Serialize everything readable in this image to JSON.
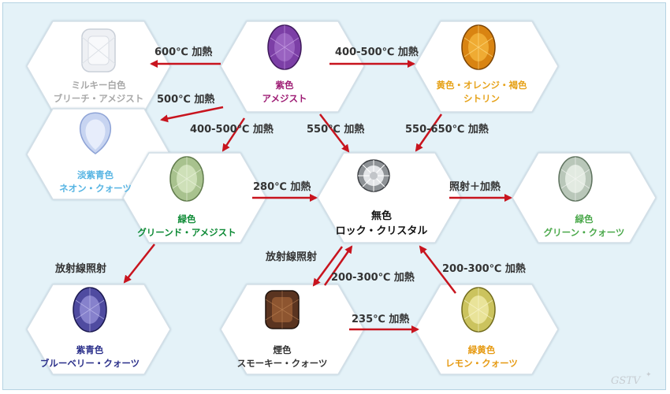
{
  "nodes": [
    {
      "id": "milky",
      "line1": "ミルキー白色",
      "line2": "ブリーチ・アメジスト",
      "color": "#a8a8a8",
      "gem": "gem-milky-white-cushion-icon",
      "fill1": "#ffffff",
      "fill2": "#e6e9ee",
      "fill3": "#cfd4dc",
      "shape": "cushion"
    },
    {
      "id": "purple",
      "line1": "紫色",
      "line2": "アメジスト",
      "color": "#9e1c74",
      "gem": "gem-amethyst-oval-icon",
      "fill1": "#c9a2e0",
      "fill2": "#8a4bb0",
      "fill3": "#4a1f6b",
      "shape": "oval"
    },
    {
      "id": "citrine",
      "line1": "黄色・オレンジ・褐色",
      "line2": "シトリン",
      "color": "#e6a219",
      "gem": "gem-citrine-oval-icon",
      "fill1": "#ffd15a",
      "fill2": "#e08c12",
      "fill3": "#8a4b05",
      "shape": "oval"
    },
    {
      "id": "neon",
      "line1": "淡紫青色",
      "line2": "ネオン・クォーツ",
      "color": "#56b4e3",
      "gem": "gem-pale-blue-pear-icon",
      "fill1": "#f1f5ff",
      "fill2": "#c4d2f2",
      "fill3": "#8fa5d8",
      "shape": "pear"
    },
    {
      "id": "greenam",
      "line1": "緑色",
      "line2": "グリーンド・アメジスト",
      "color": "#0d8a35",
      "gem": "gem-green-amethyst-oval-icon",
      "fill1": "#e3f0d2",
      "fill2": "#afc895",
      "fill3": "#6f8a58",
      "shape": "oval"
    },
    {
      "id": "rock",
      "line1": "無色",
      "line2": "ロック・クリスタル",
      "color": "#111111",
      "gem": "gem-rock-crystal-round-icon",
      "fill1": "#ffffff",
      "fill2": "#b9bcc0",
      "fill3": "#4b4e52",
      "shape": "round"
    },
    {
      "id": "greenq",
      "line1": "緑色",
      "line2": "グリーン・クォーツ",
      "color": "#4aa84a",
      "gem": "gem-green-quartz-oval-icon",
      "fill1": "#eef2ec",
      "fill2": "#b8c6b8",
      "fill3": "#6e836f",
      "shape": "oval"
    },
    {
      "id": "blueberry",
      "line1": "紫青色",
      "line2": "ブルーベリー・クォーツ",
      "color": "#2a2f8a",
      "gem": "gem-blueberry-oval-icon",
      "fill1": "#9e9ad8",
      "fill2": "#4d4a9c",
      "fill3": "#1c1a4f",
      "shape": "oval"
    },
    {
      "id": "smoky",
      "line1": "煙色",
      "line2": "スモーキー・クォーツ",
      "color": "#333333",
      "gem": "gem-smoky-cushion-icon",
      "fill1": "#b06a3c",
      "fill2": "#5a3420",
      "fill3": "#1e120c",
      "shape": "cushion"
    },
    {
      "id": "lemon",
      "line1": "緑黄色",
      "line2": "レモン・クォーツ",
      "color": "#e69a12",
      "gem": "gem-lemon-oval-icon",
      "fill1": "#f5f0a2",
      "fill2": "#c9c05a",
      "fill3": "#7a7420",
      "shape": "oval"
    }
  ],
  "edges": [
    {
      "label": "600℃ 加熱"
    },
    {
      "label": "400-500℃ 加熱"
    },
    {
      "label": "500℃ 加熱"
    },
    {
      "label": "400-500℃ 加熱"
    },
    {
      "label": "550℃ 加熱"
    },
    {
      "label": "550-650℃ 加熱"
    },
    {
      "label": "280℃ 加熱"
    },
    {
      "label": "照射＋加熱"
    },
    {
      "label": "放射線照射"
    },
    {
      "label": "放射線照射"
    },
    {
      "label": "200-300℃ 加熱"
    },
    {
      "label": "200-300℃ 加熱"
    },
    {
      "label": "235℃ 加熱"
    }
  ],
  "logo": "GSTV",
  "arrow_color": "#c8141e"
}
